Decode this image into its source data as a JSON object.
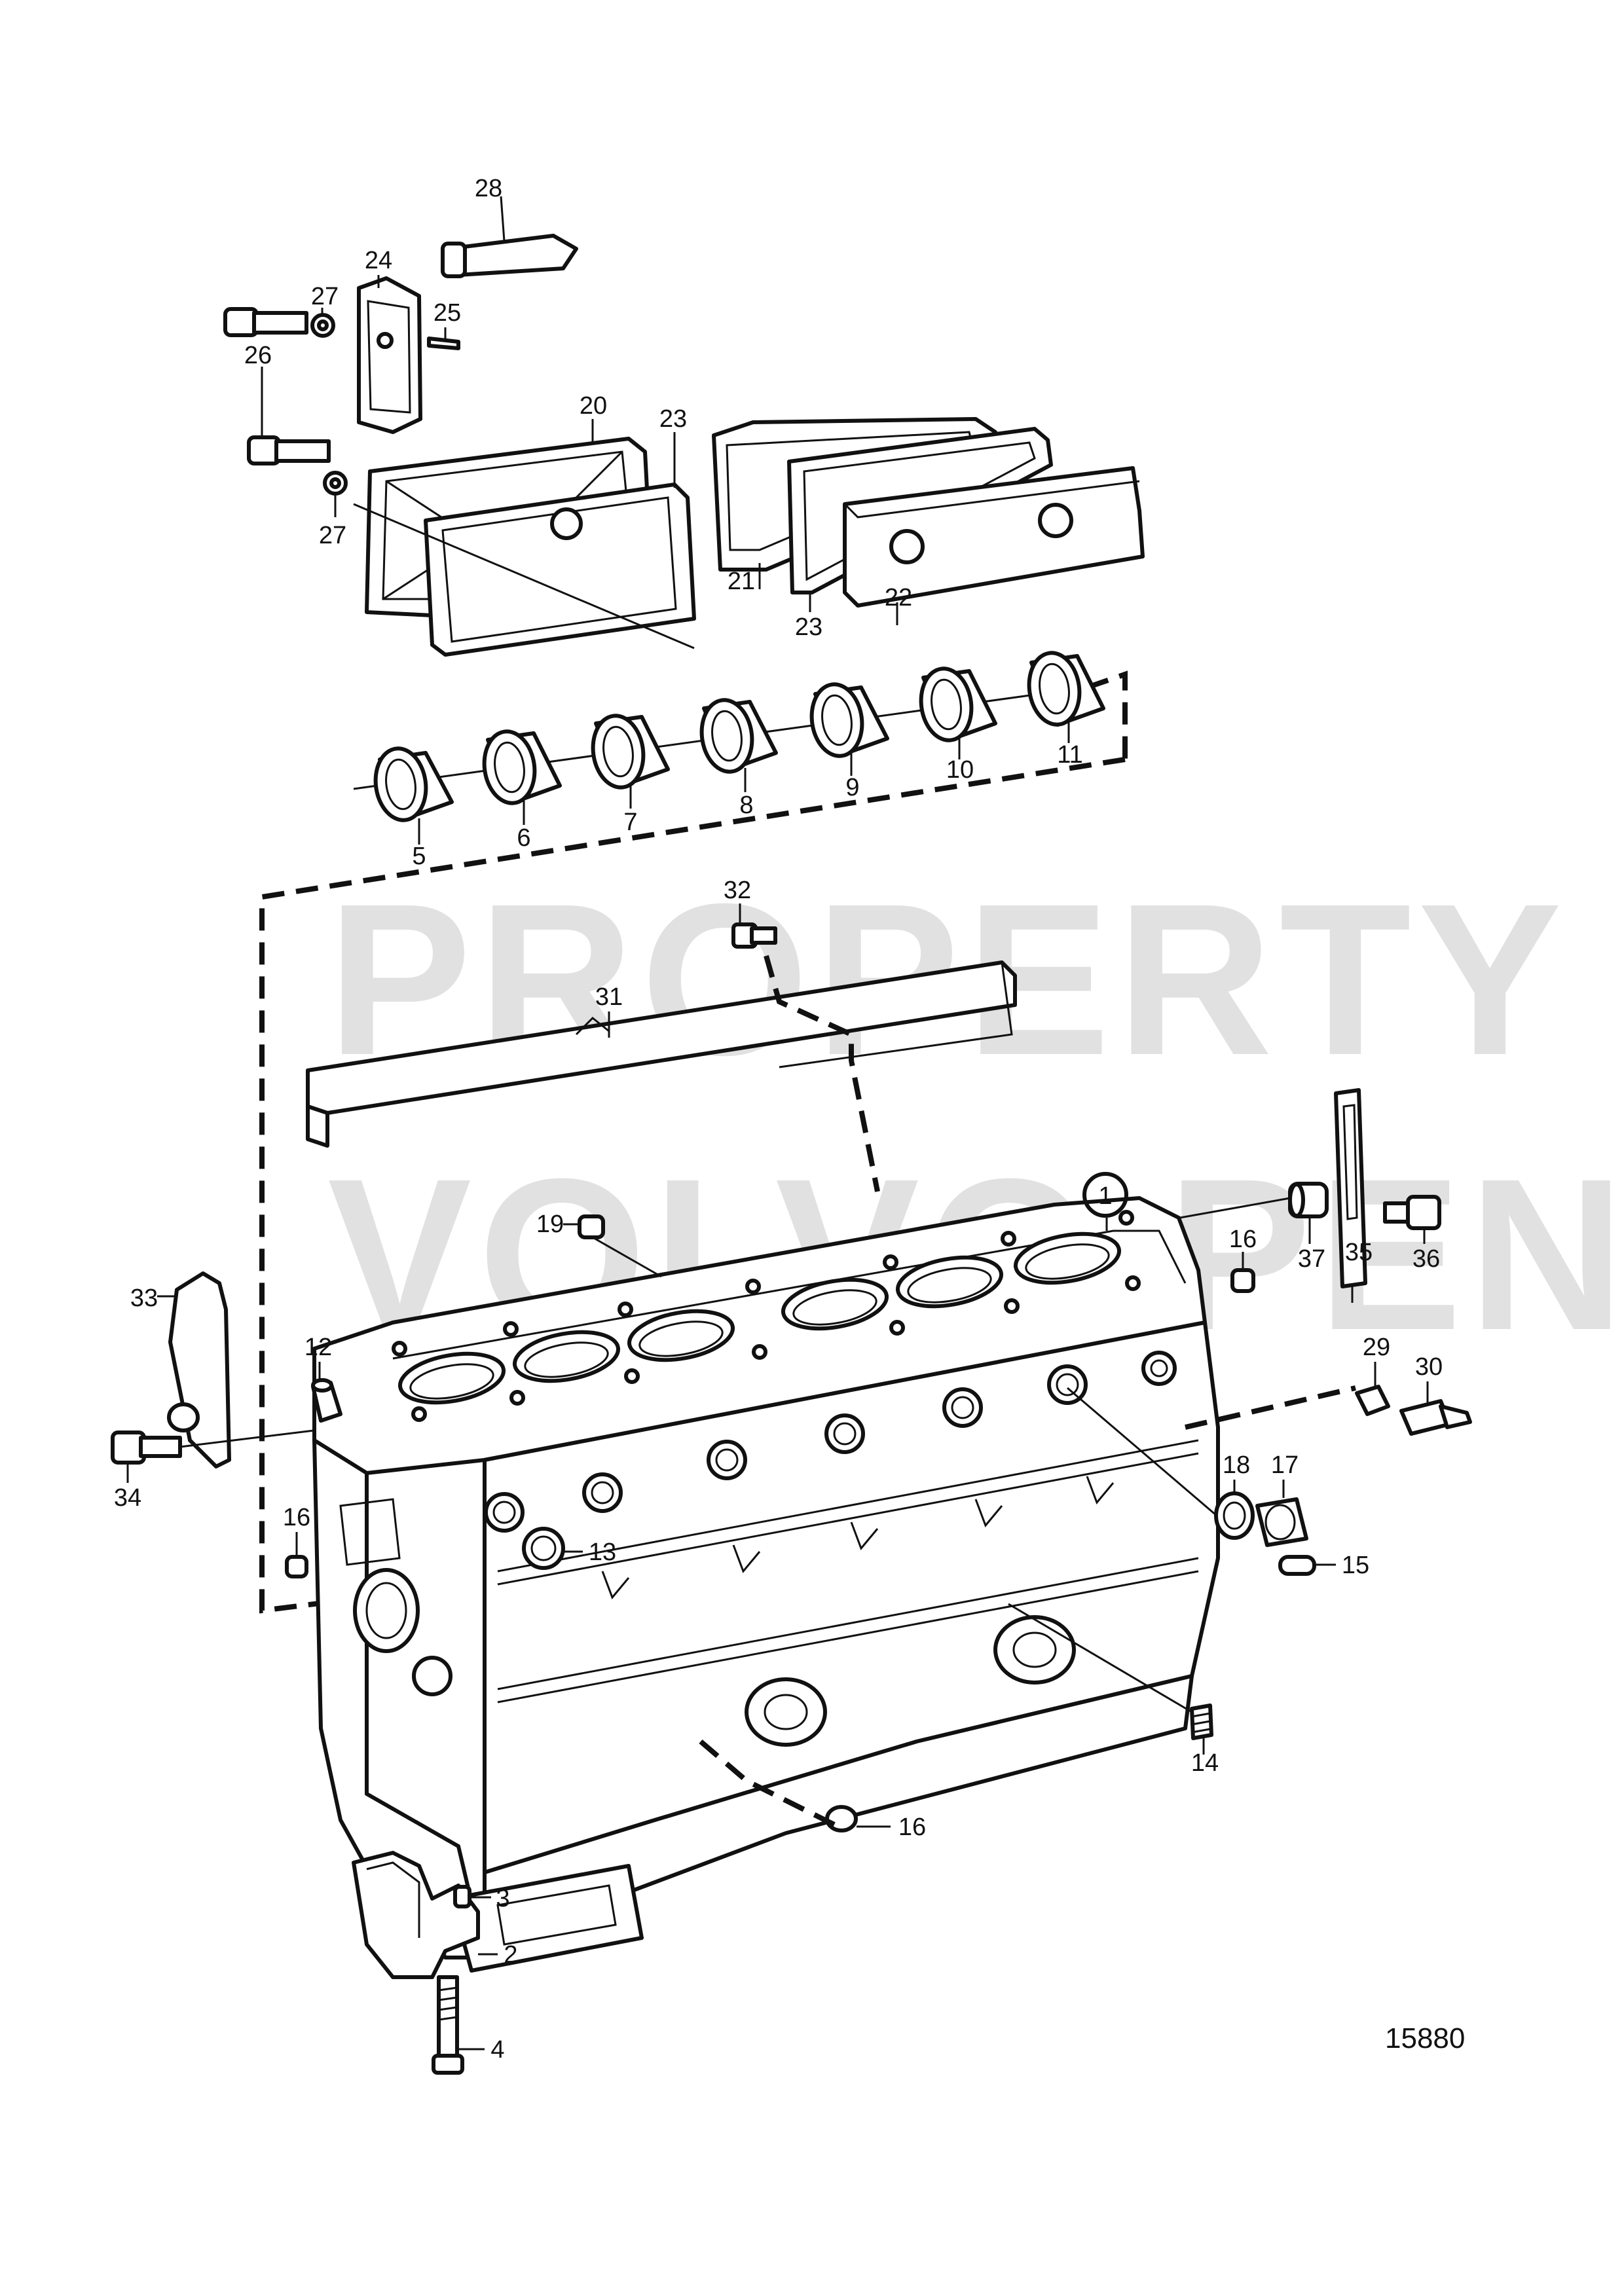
{
  "watermark": {
    "line1": "PROPERTY OF",
    "line2": "VOLVO PENTA"
  },
  "figure_number": "15880",
  "callouts": {
    "c1": "1",
    "c2": "2",
    "c3": "3",
    "c4": "4",
    "c5": "5",
    "c6": "6",
    "c7": "7",
    "c8": "8",
    "c9": "9",
    "c10": "10",
    "c11": "11",
    "c12": "12",
    "c13": "13",
    "c14": "14",
    "c15": "15",
    "c16a": "16",
    "c16b": "16",
    "c16c": "16",
    "c17": "17",
    "c18": "18",
    "c19": "19",
    "c20": "20",
    "c21": "21",
    "c22": "22",
    "c23a": "23",
    "c23b": "23",
    "c24": "24",
    "c25": "25",
    "c26": "26",
    "c27a": "27",
    "c27b": "27",
    "c28": "28",
    "c29": "29",
    "c30": "30",
    "c31": "31",
    "c32": "32",
    "c33": "33",
    "c34": "34",
    "c35": "35",
    "c36": "36",
    "c37": "37"
  }
}
